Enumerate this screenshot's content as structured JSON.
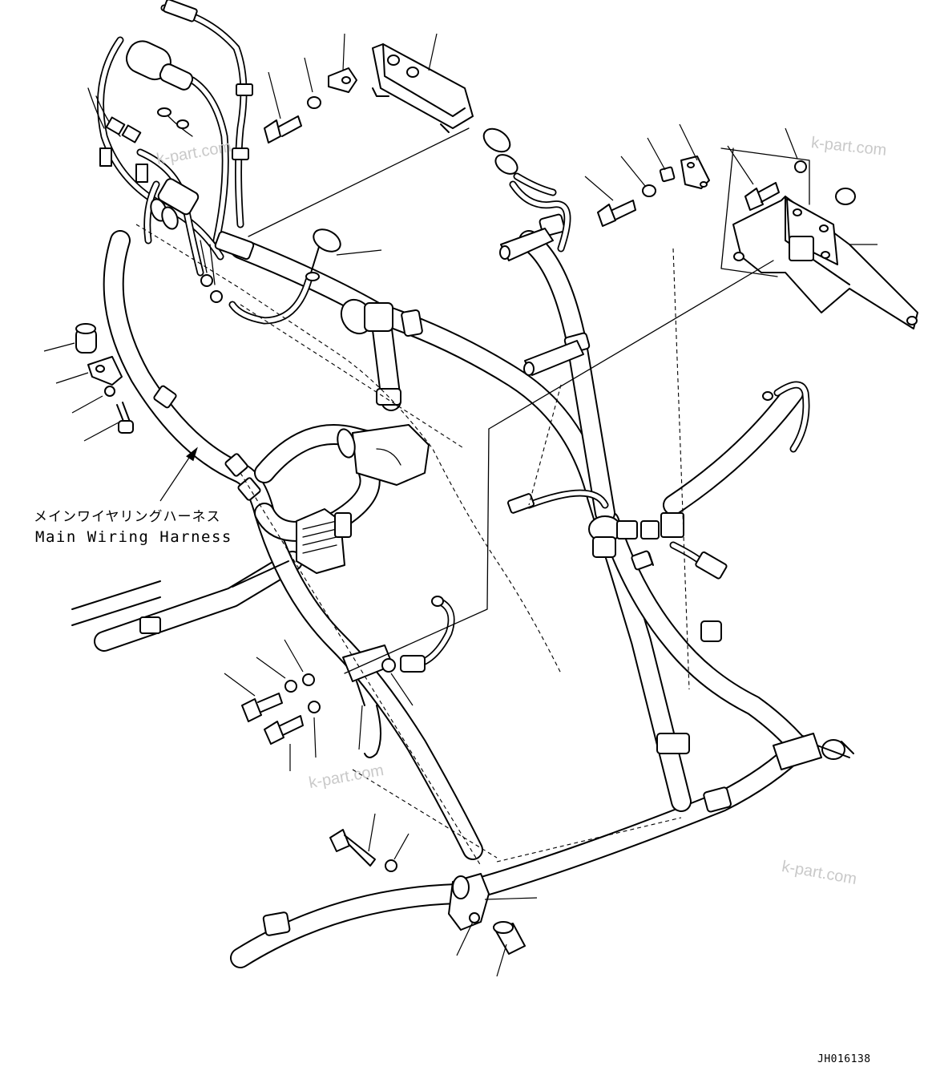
{
  "diagram": {
    "label_jp": "メインワイヤリングハーネス",
    "label_en": "Main Wiring Harness",
    "drawing_code": "JH016138",
    "watermarks": [
      "k-part.com",
      "k-part.com",
      "k-part.com",
      "k-part.com"
    ]
  }
}
